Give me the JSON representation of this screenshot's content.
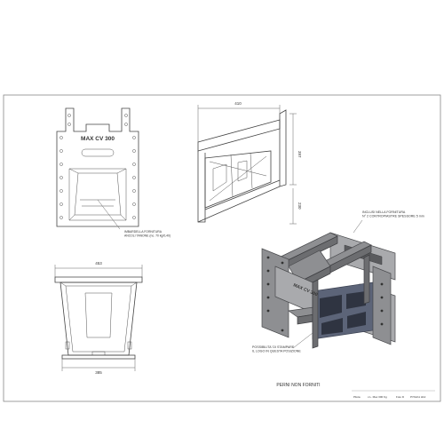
{
  "front_view": {
    "label": "MAX CV 300",
    "note": "IMBARDELLA FORNITURA\nANCOLI TANONE (no. 70 kg/0,40)"
  },
  "side_view": {
    "dim_top": "410",
    "dim_right": "397",
    "dim_bottom": "230"
  },
  "plan_view": {
    "dim_top": "453",
    "dim_bottom": "385"
  },
  "iso_view": {
    "label": "MAX CV 300",
    "note_top": "INCLUSI NELLA FORNITURA\nN° 2 CONTROPIASTRE SPESSORE 5 mm",
    "note_bottom": "POSSIBILITA' DI STAMPARE\nIL LOGO IN QUESTA POSIZIONE"
  },
  "footer": {
    "note": "PERNI NON FORNITI",
    "tb_1": "Pilota",
    "tb_2": "c.L.  Max 300 Kg",
    "tb_3": "Foto D",
    "tb_4": "P7A3A1  H12"
  },
  "colors": {
    "line": "#444444",
    "metal": "#8e8f92",
    "accent": "#5c6478"
  }
}
